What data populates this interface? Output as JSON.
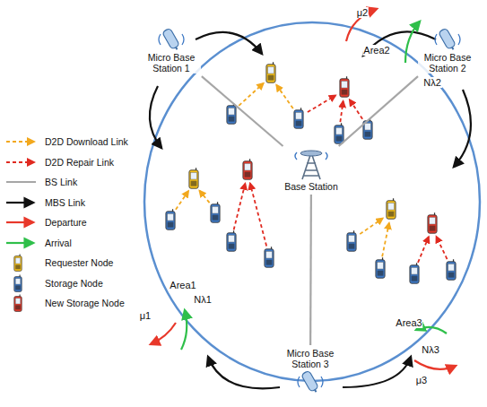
{
  "diagram": {
    "nodes": [
      {
        "text": [
          "Micro Base Station 1"
        ]
      },
      {
        "text": [
          "Micro Base Station 2"
        ]
      },
      {
        "text": [
          "Base Station"
        ]
      },
      {
        "text": [
          "Micro Base Station 3"
        ]
      }
    ],
    "edges": [
      {
        "from": 2,
        "to": 0,
        "arrow": "none"
      },
      {
        "from": 2,
        "to": 1,
        "arrow": "none"
      },
      {
        "from": 2,
        "to": 3,
        "arrow": "none"
      }
    ],
    "labels": [
      "μ2",
      "Nλ2",
      "Area2",
      "Area1",
      "μ1",
      "Nλ1",
      "Area3",
      "Nλ3",
      "μ3"
    ],
    "legend": [
      {
        "text": "D2D Download Link"
      },
      {
        "text": "D2D Repair Link"
      },
      {
        "text": "BS Link"
      },
      {
        "text": "MBS Link"
      },
      {
        "text": "Departure"
      },
      {
        "text": "Arrival"
      },
      {
        "text": "Requester Node"
      },
      {
        "text": "Storage Node"
      },
      {
        "text": "New Storage Node"
      }
    ]
  }
}
